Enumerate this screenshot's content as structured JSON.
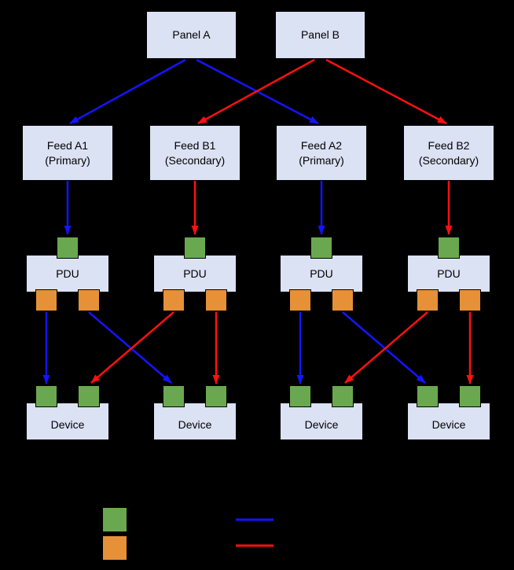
{
  "colors": {
    "background": "#000000",
    "box-fill": "#dbe2f4",
    "box-border": "#000000",
    "green": "#6aa84f",
    "orange": "#e69138",
    "blue": "#1414ff",
    "red": "#ff1010",
    "text": "#000000"
  },
  "panels": [
    {
      "id": "panel-a",
      "label": "Panel A"
    },
    {
      "id": "panel-b",
      "label": "Panel B"
    }
  ],
  "feeds": [
    {
      "id": "feed-a1",
      "name": "Feed A1",
      "role": "(Primary)"
    },
    {
      "id": "feed-b1",
      "name": "Feed B1",
      "role": "(Secondary)"
    },
    {
      "id": "feed-a2",
      "name": "Feed A2",
      "role": "(Primary)"
    },
    {
      "id": "feed-b2",
      "name": "Feed B2",
      "role": "(Secondary)"
    }
  ],
  "pdus": [
    {
      "id": "pdu-1",
      "label": "PDU"
    },
    {
      "id": "pdu-2",
      "label": "PDU"
    },
    {
      "id": "pdu-3",
      "label": "PDU"
    },
    {
      "id": "pdu-4",
      "label": "PDU"
    }
  ],
  "devices": [
    {
      "id": "device-1",
      "label": "Device"
    },
    {
      "id": "device-2",
      "label": "Device"
    },
    {
      "id": "device-3",
      "label": "Device"
    },
    {
      "id": "device-4",
      "label": "Device"
    }
  ],
  "edges": [
    {
      "from": "panel-a",
      "to": "feed-a1",
      "color": "blue"
    },
    {
      "from": "panel-a",
      "to": "feed-a2",
      "color": "blue"
    },
    {
      "from": "panel-b",
      "to": "feed-b1",
      "color": "red"
    },
    {
      "from": "panel-b",
      "to": "feed-b2",
      "color": "red"
    },
    {
      "from": "feed-a1",
      "to": "pdu-1",
      "color": "blue"
    },
    {
      "from": "feed-b1",
      "to": "pdu-2",
      "color": "red"
    },
    {
      "from": "feed-a2",
      "to": "pdu-3",
      "color": "blue"
    },
    {
      "from": "feed-b2",
      "to": "pdu-4",
      "color": "red"
    },
    {
      "from": "pdu-1",
      "to": "device-1",
      "color": "blue"
    },
    {
      "from": "pdu-1",
      "to": "device-2",
      "color": "blue"
    },
    {
      "from": "pdu-2",
      "to": "device-1",
      "color": "red"
    },
    {
      "from": "pdu-2",
      "to": "device-2",
      "color": "red"
    },
    {
      "from": "pdu-3",
      "to": "device-3",
      "color": "blue"
    },
    {
      "from": "pdu-3",
      "to": "device-4",
      "color": "blue"
    },
    {
      "from": "pdu-4",
      "to": "device-3",
      "color": "red"
    },
    {
      "from": "pdu-4",
      "to": "device-4",
      "color": "red"
    }
  ],
  "legend": {
    "swatches": [
      {
        "icon": "green-square"
      },
      {
        "icon": "orange-square"
      },
      {
        "icon": "blue-line"
      },
      {
        "icon": "red-line"
      }
    ]
  }
}
